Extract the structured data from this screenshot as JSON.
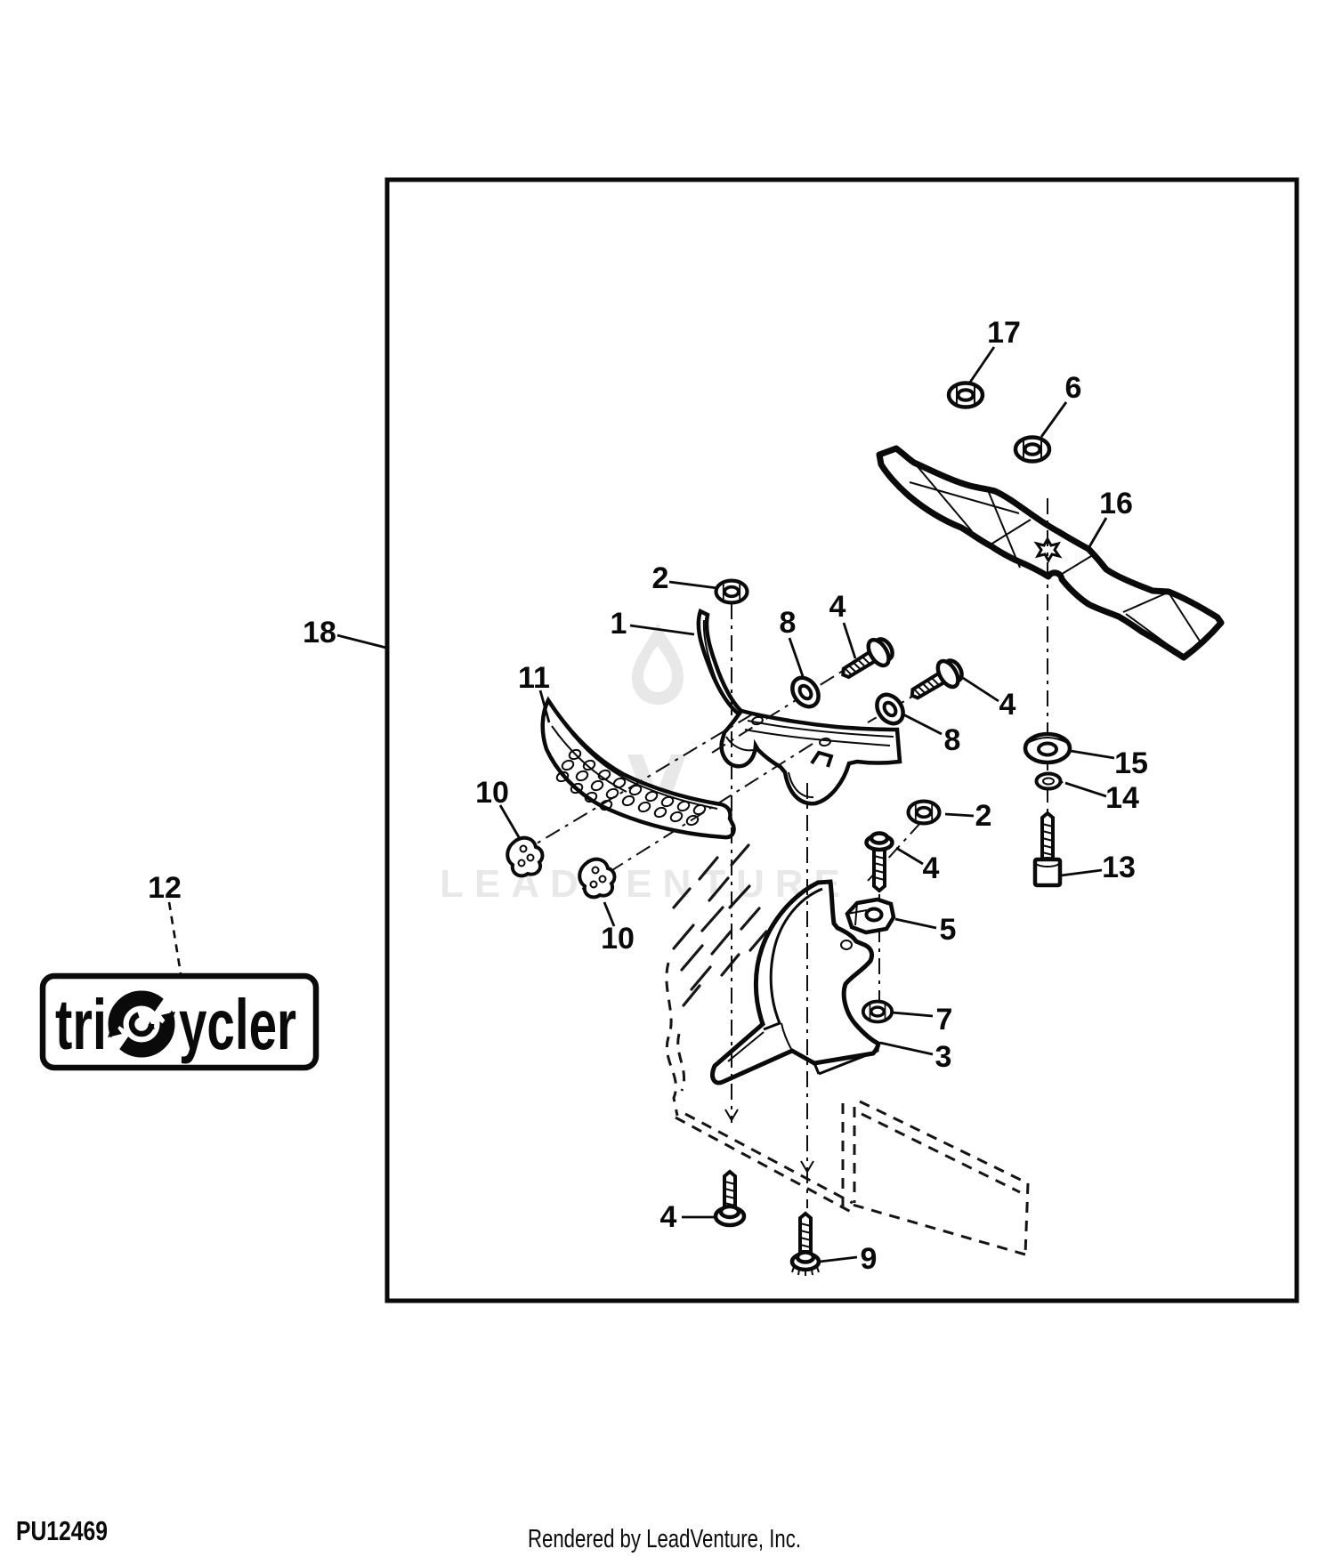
{
  "frame": {
    "callout": "18"
  },
  "watermark": {
    "text": "LEADVENTURE"
  },
  "decal": {
    "text_prefix": "tri",
    "text_suffix": "ycler"
  },
  "footer": {
    "part_code": "PU12469",
    "credit": "Rendered by LeadVenture, Inc."
  },
  "callouts": [
    {
      "label": "1"
    },
    {
      "label": "2"
    },
    {
      "label": "2"
    },
    {
      "label": "3"
    },
    {
      "label": "4"
    },
    {
      "label": "4"
    },
    {
      "label": "4"
    },
    {
      "label": "4"
    },
    {
      "label": "5"
    },
    {
      "label": "6"
    },
    {
      "label": "7"
    },
    {
      "label": "8"
    },
    {
      "label": "8"
    },
    {
      "label": "9"
    },
    {
      "label": "10"
    },
    {
      "label": "10"
    },
    {
      "label": "11"
    },
    {
      "label": "12"
    },
    {
      "label": "13"
    },
    {
      "label": "14"
    },
    {
      "label": "15"
    },
    {
      "label": "16"
    },
    {
      "label": "17"
    },
    {
      "label": "18"
    }
  ]
}
